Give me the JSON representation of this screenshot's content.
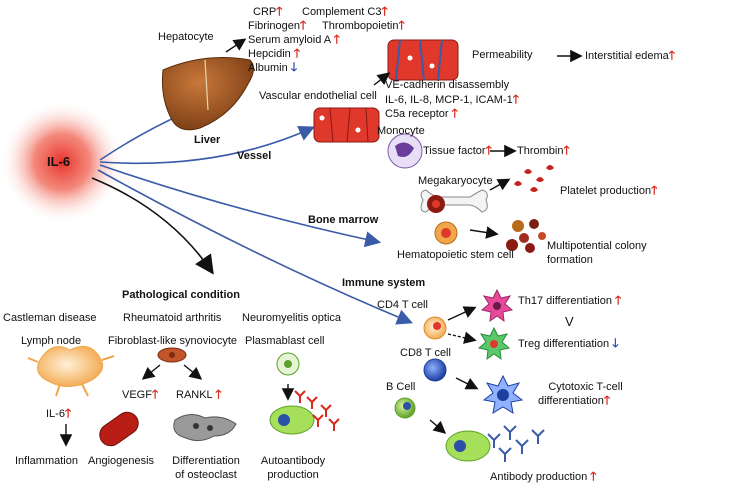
{
  "center": {
    "label": "IL-6"
  },
  "branches": {
    "liver": "Liver",
    "vessel": "Vessel",
    "bone_marrow": "Bone marrow",
    "immune": "Immune system",
    "pathological": "Pathological condition"
  },
  "liver": {
    "cell": "Hepatocyte",
    "crp": "CRP",
    "complement": "Complement C3",
    "fibrinogen": "Fibrinogen",
    "thrombopoietin": "Thrombopoietin",
    "saa": "Serum amyloid A",
    "hepcidin": "Hepcidin",
    "albumin": "Albumin"
  },
  "vessel": {
    "cell": "Vascular endothelial cell",
    "permeability": "Permeability",
    "edema": "Interstitial edema",
    "ve_cadherin": "VE-cadherin disassembly",
    "cytokines": "IL-6, IL-8, MCP-1, ICAM-1",
    "c5a": "C5a receptor",
    "monocyte": "Monocyte",
    "tissue_factor": "Tissue factor",
    "thrombin": "Thrombin"
  },
  "bone_marrow": {
    "megakaryocyte": "Megakaryocyte",
    "platelet": "Platelet production",
    "hsc": "Hematopoietic stem cell",
    "multipotential_1": "Multipotential colony",
    "multipotential_2": "formation"
  },
  "immune": {
    "cd4": "CD4 T cell",
    "th17": "Th17 differentiation",
    "compare": "V",
    "treg": "Treg differentiation",
    "cd8": "CD8 T cell",
    "cytotoxic_1": "Cytotoxic T-cell",
    "cytotoxic_2": "differentiation",
    "bcell": "B Cell",
    "antibody": "Antibody production"
  },
  "pathology": {
    "castleman": "Castleman disease",
    "lymph_node": "Lymph node",
    "il6": "IL-6",
    "inflammation": "Inflammation",
    "ra": "Rheumatoid arthritis",
    "fls": "Fibroblast-like synoviocyte",
    "vegf": "VEGF",
    "rankl": "RANKL",
    "angiogenesis": "Angiogenesis",
    "osteoclast_1": "Differentiation",
    "osteoclast_2": "of osteoclast",
    "nmo": "Neuromyelitis optica",
    "plasmablast": "Plasmablast cell",
    "autoantibody_1": "Autoantibody",
    "autoantibody_2": "production"
  },
  "glyphs": {
    "up": "🡑",
    "down": "🡓"
  },
  "colors": {
    "up": "#d9281c",
    "down": "#2c4fa8",
    "branch": "#3a5ba8",
    "glow": "#e8322a"
  }
}
